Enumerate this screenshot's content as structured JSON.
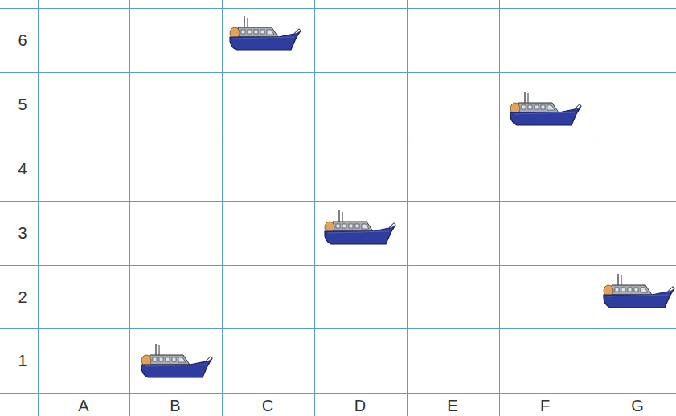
{
  "diagram": {
    "labels": [
      "6",
      "5",
      "4",
      "3",
      "2",
      "1",
      "A",
      "B",
      "C",
      "D",
      "E",
      "F",
      "G"
    ]
  }
}
